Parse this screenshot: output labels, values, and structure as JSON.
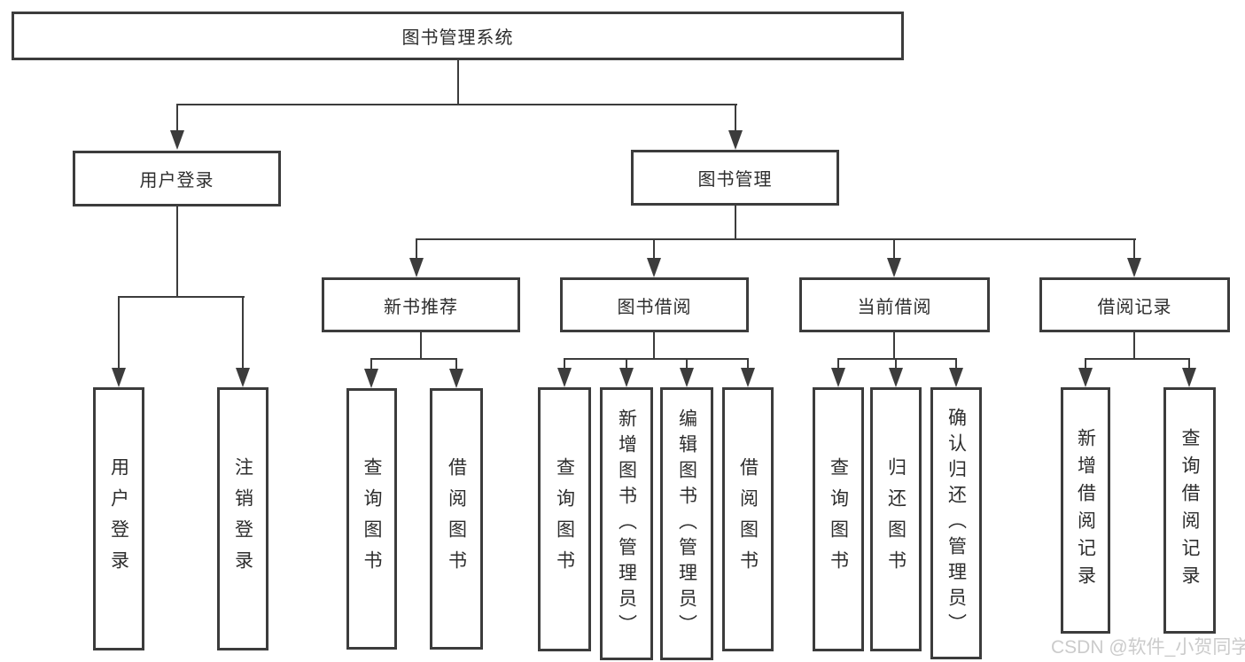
{
  "diagram_title": "图书管理系统",
  "colors": {
    "line": "#3c3c3c",
    "text": "#2d2d2d",
    "background": "#ffffff",
    "watermark": "#cbcbcb"
  },
  "tree": {
    "root": {
      "label": "图书管理系统"
    },
    "children": [
      {
        "label": "用户登录",
        "children": [
          {
            "label": "用户登录"
          },
          {
            "label": "注销登录"
          }
        ]
      },
      {
        "label": "图书管理",
        "children": [
          {
            "label": "新书推荐",
            "children": [
              {
                "label": "查询图书"
              },
              {
                "label": "借阅图书"
              }
            ]
          },
          {
            "label": "图书借阅",
            "children": [
              {
                "label": "查询图书"
              },
              {
                "label": "新增图书（管理员）"
              },
              {
                "label": "编辑图书（管理员）"
              },
              {
                "label": "借阅图书"
              }
            ]
          },
          {
            "label": "当前借阅",
            "children": [
              {
                "label": "查询图书"
              },
              {
                "label": "归还图书"
              },
              {
                "label": "确认归还（管理员）"
              }
            ]
          },
          {
            "label": "借阅记录",
            "children": [
              {
                "label": "新增借阅记录"
              },
              {
                "label": "查询借阅记录"
              }
            ]
          }
        ]
      }
    ]
  },
  "watermark": {
    "text": "CSDN @软件_小贺同学"
  }
}
